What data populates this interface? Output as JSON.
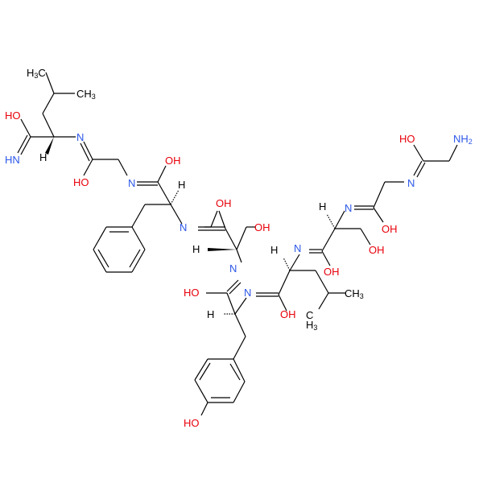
{
  "molecule": {
    "description": "Peptide chain: Gly-Gly-Ser-Leu-Tyr-Ser-Phe-Gly-Leu-NH2 (imidic acid tautomer drawing)",
    "colors": {
      "oxygen": "#e8000b",
      "nitrogen": "#2c57e8",
      "carbon": "#000000",
      "bond": "#000000"
    },
    "labels": {
      "leu1_ch3_a": "H3C",
      "leu1_ch3_b": "CH3",
      "leu1_oh": "HO",
      "leu1_hn": "HN",
      "leu1_h": "H",
      "leu1_n": "N",
      "gly1_oh": "HO",
      "gly1_n": "N",
      "phe_oh": "OH",
      "phe_h": "H",
      "phe_n": "N",
      "ser1_oh_amide": "OH",
      "ser1_oh_side": "OH",
      "ser1_h": "H",
      "ser1_n": "N",
      "tyr_oh_amide": "HO",
      "tyr_h": "H",
      "tyr_n": "N",
      "tyr_phenol_oh": "HO",
      "leu2_oh": "OH",
      "leu2_h": "H",
      "leu2_n": "N",
      "leu2_ch3_a": "CH3",
      "leu2_ch3_b": "CH3",
      "ser2_oh_amide": "OH",
      "ser2_oh_side": "OH",
      "ser2_h": "H",
      "ser2_n": "N",
      "gly2_oh": "OH",
      "gly2_n": "N",
      "gly3_ho": "HO",
      "gly3_nh2": "NH2"
    }
  }
}
